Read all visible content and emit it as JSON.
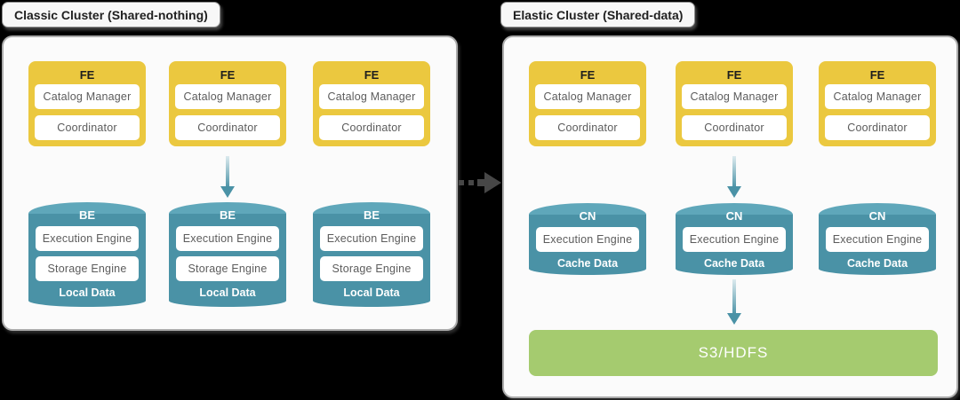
{
  "colors": {
    "fe_yellow": "#EBC83F",
    "node_teal": "#4A92A6",
    "node_teal_light": "#5FA7BA",
    "storage_green": "#A5CB6F",
    "panel_bg": "#FBFBFB",
    "arrow_dark": "#474747",
    "background": "#000000"
  },
  "panels": [
    {
      "title": "Classic Cluster (Shared-nothing)",
      "fe_nodes": [
        {
          "label": "FE",
          "components": [
            "Catalog Manager",
            "Coordinator"
          ]
        },
        {
          "label": "FE",
          "components": [
            "Catalog Manager",
            "Coordinator"
          ]
        },
        {
          "label": "FE",
          "components": [
            "Catalog Manager",
            "Coordinator"
          ]
        }
      ],
      "storage_nodes": [
        {
          "label": "BE",
          "components": [
            "Execution Engine",
            "Storage Engine"
          ],
          "data_label": "Local Data"
        },
        {
          "label": "BE",
          "components": [
            "Execution Engine",
            "Storage Engine"
          ],
          "data_label": "Local Data"
        },
        {
          "label": "BE",
          "components": [
            "Execution Engine",
            "Storage Engine"
          ],
          "data_label": "Local Data"
        }
      ]
    },
    {
      "title": "Elastic Cluster (Shared-data)",
      "fe_nodes": [
        {
          "label": "FE",
          "components": [
            "Catalog Manager",
            "Coordinator"
          ]
        },
        {
          "label": "FE",
          "components": [
            "Catalog Manager",
            "Coordinator"
          ]
        },
        {
          "label": "FE",
          "components": [
            "Catalog Manager",
            "Coordinator"
          ]
        }
      ],
      "storage_nodes": [
        {
          "label": "CN",
          "components": [
            "Execution Engine"
          ],
          "data_label": "Cache Data"
        },
        {
          "label": "CN",
          "components": [
            "Execution Engine"
          ],
          "data_label": "Cache Data"
        },
        {
          "label": "CN",
          "components": [
            "Execution Engine"
          ],
          "data_label": "Cache Data"
        }
      ],
      "shared_storage": {
        "label": "S3/HDFS"
      }
    }
  ]
}
